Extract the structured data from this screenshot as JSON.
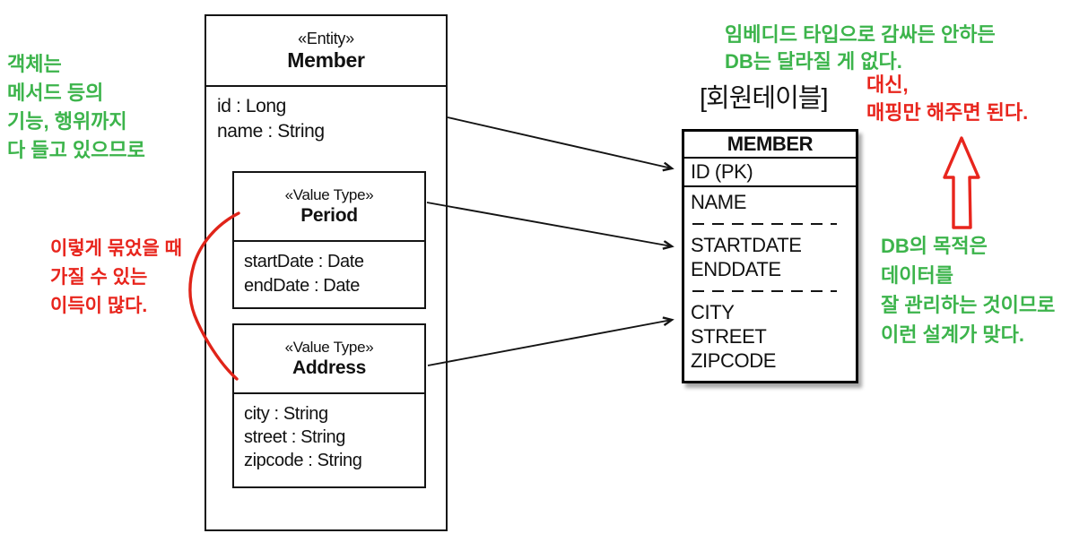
{
  "annotations": {
    "left_green": {
      "lines": [
        "객체는",
        "메서드 등의",
        "기능, 행위까지",
        "다 들고 있으므로"
      ]
    },
    "left_red": {
      "lines": [
        "이렇게 묶었을 때",
        "가질 수 있는",
        "이득이 많다."
      ]
    },
    "top_green": {
      "lines": [
        "임베디드 타입으로 감싸든 안하든",
        "DB는 달라질 게 없다."
      ]
    },
    "mid_red": {
      "lines": [
        "대신,",
        "매핑만 해주면 된다."
      ]
    },
    "right_green": {
      "lines": [
        "DB의 목적은",
        "데이터를",
        "잘 관리하는 것이므로",
        "이런 설계가 맞다."
      ]
    },
    "table_label": "[회원테이블]"
  },
  "uml": {
    "member": {
      "stereotype": "«Entity»",
      "name": "Member",
      "attributes": [
        "id : Long",
        "name : String"
      ]
    },
    "period": {
      "stereotype": "«Value Type»",
      "name": "Period",
      "attributes": [
        "startDate : Date",
        "endDate : Date"
      ]
    },
    "address": {
      "stereotype": "«Value Type»",
      "name": "Address",
      "attributes": [
        "city : String",
        "street : String",
        "zipcode : String"
      ]
    }
  },
  "db_table": {
    "name": "MEMBER",
    "pk_row": "ID (PK)",
    "groups": [
      [
        "NAME"
      ],
      [
        "STARTDATE",
        "ENDDATE"
      ],
      [
        "CITY",
        "STREET",
        "ZIPCODE"
      ]
    ]
  },
  "colors": {
    "annotation_green": "#3cb44b",
    "annotation_red": "#e8251d",
    "line_black": "#141414"
  }
}
